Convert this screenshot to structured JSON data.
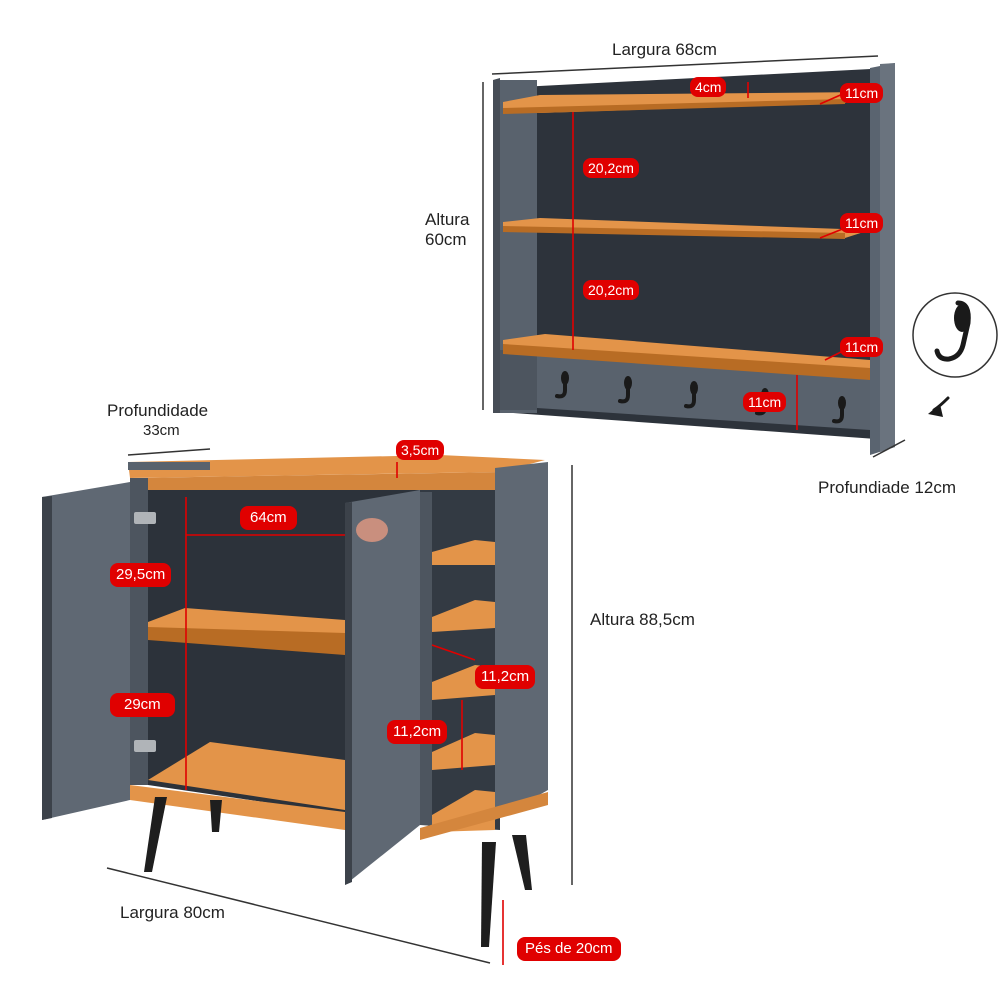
{
  "image_title": "",
  "colors": {
    "panel_gray": "#5f6873",
    "panel_gray_dark": "#3c424a",
    "interior_dark": "#2a3038",
    "wood": "#d98a3a",
    "wood_dark": "#b06a25",
    "legs": "#1e1e1e",
    "accent_red": "#e00000",
    "line_dark": "#333333",
    "handle": "#c98f7e"
  },
  "wall_shelf": {
    "width_label": "Largura 68cm",
    "height_label_1": "Altura",
    "height_label_2": "60cm",
    "depth_label": "Profundiade 12cm",
    "badges": {
      "top_thickness": "4cm",
      "gap_1": "20,2cm",
      "gap_2": "20,2cm",
      "depth_top": "11cm",
      "depth_middle": "11cm",
      "depth_bottom": "11cm",
      "hook_height": "11cm"
    },
    "hook_icon": "coat-hook-icon",
    "hooks_count": 5
  },
  "cabinet": {
    "depth_label_1": "Profundidade",
    "depth_label_2": "33cm",
    "width_label": "Largura 80cm",
    "height_label": "Altura 88,5cm",
    "badges": {
      "top_thickness": "3,5cm",
      "inner_width": "64cm",
      "upper_gap": "29,5cm",
      "lower_gap": "29cm",
      "shoe_gap_1": "11,2cm",
      "shoe_gap_2": "11,2cm",
      "legs": "Pés de 20cm"
    }
  }
}
